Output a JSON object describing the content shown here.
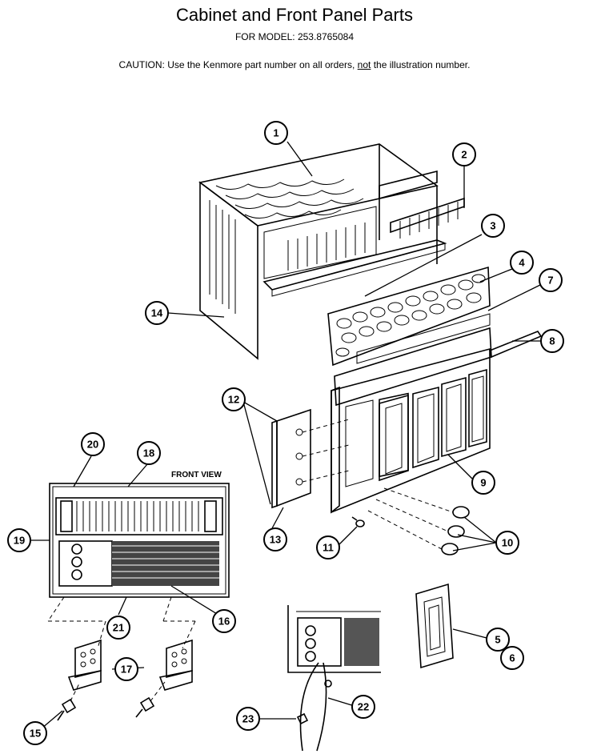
{
  "header": {
    "title": "Cabinet and Front Panel Parts",
    "subtitle": "FOR MODEL: 253.8765084",
    "caution_prefix": "CAUTION:  Use the Kenmore part number on all orders, ",
    "caution_emphasis": "not",
    "caution_suffix": " the illustration number."
  },
  "labels": {
    "front_view": "FRONT VIEW"
  },
  "callouts": [
    "1",
    "2",
    "3",
    "4",
    "5",
    "6",
    "7",
    "8",
    "9",
    "10",
    "11",
    "12",
    "13",
    "14",
    "15",
    "16",
    "17",
    "18",
    "19",
    "20",
    "21",
    "22",
    "23"
  ]
}
